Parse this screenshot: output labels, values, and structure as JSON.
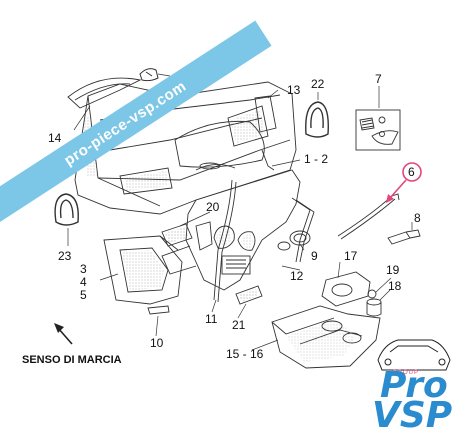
{
  "watermark": {
    "text": "pro-piece-vsp.com"
  },
  "direction_label": "SENSO DI MARCIA",
  "callouts": [
    {
      "id": "c24",
      "label": "24"
    },
    {
      "id": "c22",
      "label": "22"
    },
    {
      "id": "c7",
      "label": "7"
    },
    {
      "id": "c14",
      "label": "14"
    },
    {
      "id": "c13",
      "label": "13"
    },
    {
      "id": "c1-2",
      "label": "1 - 2"
    },
    {
      "id": "c6",
      "label": "6"
    },
    {
      "id": "c20",
      "label": "20"
    },
    {
      "id": "c23",
      "label": "23"
    },
    {
      "id": "c3",
      "label": "3"
    },
    {
      "id": "c4",
      "label": "4"
    },
    {
      "id": "c5",
      "label": "5"
    },
    {
      "id": "c8",
      "label": "8"
    },
    {
      "id": "c9",
      "label": "9"
    },
    {
      "id": "c17",
      "label": "17"
    },
    {
      "id": "c12",
      "label": "12"
    },
    {
      "id": "c19",
      "label": "19"
    },
    {
      "id": "c18",
      "label": "18"
    },
    {
      "id": "c11",
      "label": "11"
    },
    {
      "id": "c21",
      "label": "21"
    },
    {
      "id": "c10",
      "label": "10"
    },
    {
      "id": "c15-16",
      "label": "15 - 16"
    }
  ],
  "logo": {
    "line1": "Pro",
    "line2": "VSP",
    "tag": "GROUP"
  },
  "colors": {
    "banner": "#7cc7e7",
    "highlight": "#e3467c",
    "line": "#333333",
    "logo_blue": "#2a8ccf"
  }
}
